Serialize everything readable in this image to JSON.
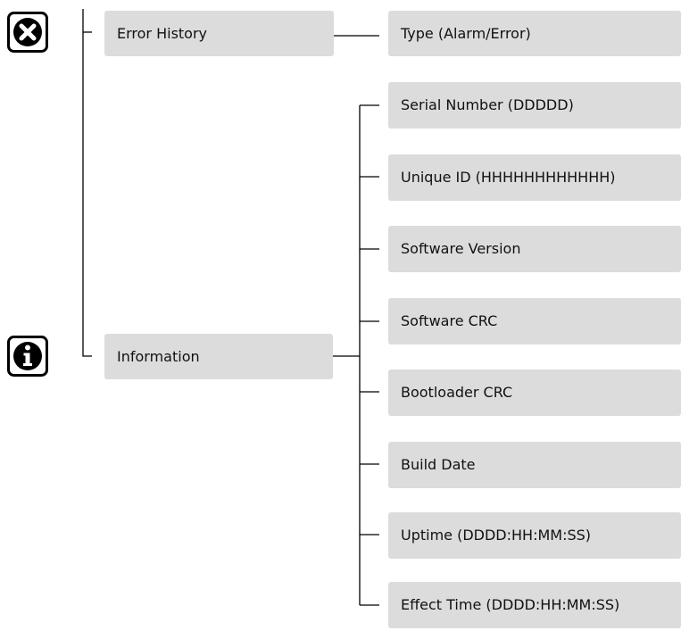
{
  "menu": {
    "error_history": {
      "label": "Error History",
      "icon": "error-x-icon",
      "children": [
        "Type (Alarm/Error)"
      ]
    },
    "information": {
      "label": "Information",
      "icon": "info-icon",
      "children": [
        "Serial Number (DDDDD)",
        "Unique ID (HHHHHHHHHHHH)",
        "Software Version",
        "Software CRC",
        "Bootloader CRC",
        "Build Date",
        "Uptime (DDDD:HH:MM:SS)",
        "Effect Time (DDDD:HH:MM:SS)"
      ]
    }
  },
  "colors": {
    "box_fill": "#dcdcdc",
    "line": "#000000"
  }
}
